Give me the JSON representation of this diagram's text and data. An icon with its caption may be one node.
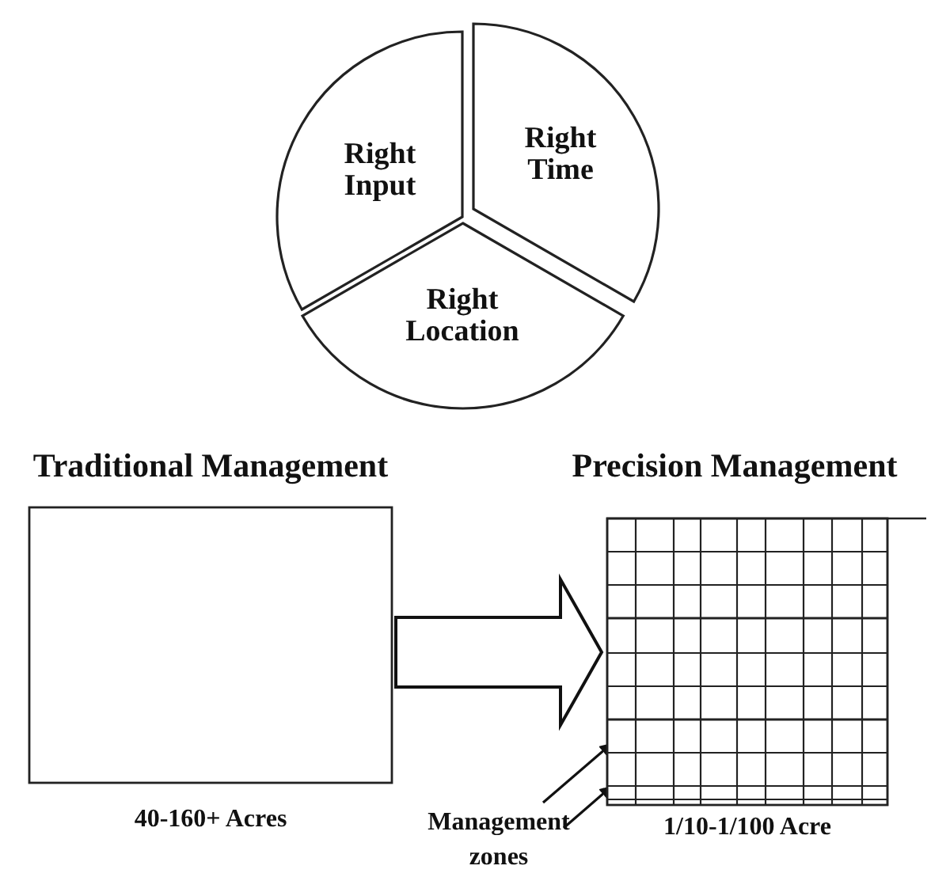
{
  "diagram": {
    "nodes": [
      {
        "text": [
          "Right Input"
        ]
      },
      {
        "text": [
          "Right Time"
        ]
      },
      {
        "text": [
          "Right Location"
        ]
      },
      {
        "text": [
          "Traditional Management"
        ],
        "beside": [
          "40-160+ Acres"
        ]
      },
      {
        "text": [
          "Precision Management"
        ],
        "beside": [
          "1/10-1/100 Acre"
        ]
      },
      {
        "text": [
          "Management zones"
        ]
      }
    ],
    "edges": [
      {
        "from": 3,
        "to": 4,
        "arrow": "to",
        "style": "thick"
      },
      {
        "from": 5,
        "to": 4,
        "arrow": "to"
      },
      {
        "from": 5,
        "to": 4,
        "arrow": "to"
      }
    ]
  }
}
